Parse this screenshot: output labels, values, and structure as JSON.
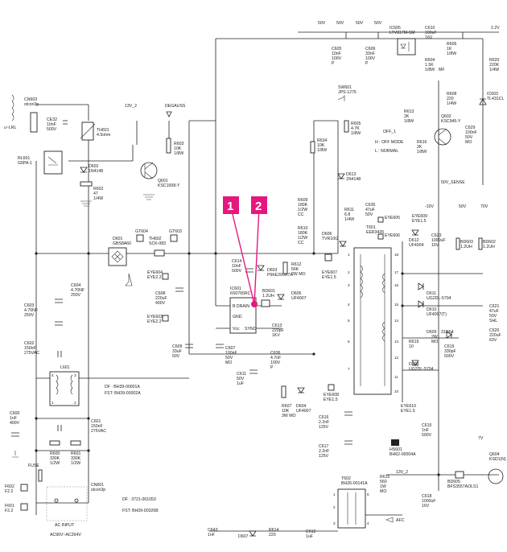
{
  "callouts": [
    {
      "label": "1"
    },
    {
      "label": "2"
    }
  ],
  "accent_color": "#e5177e",
  "top_rail": {
    "v1": "50V",
    "v2": "50V",
    "v3": "50V",
    "v4": "50V"
  },
  "labels": {
    "cn603": "CN603",
    "cn603b": "stcon3p",
    "ce32": "CE32",
    "ce32_val": "10nF",
    "ce32_v": "500V",
    "th601": "TH601",
    "th601_val": "4.5ohm",
    "rl601": "RL601",
    "rl601_val": "G5PA-1",
    "d602": "D602",
    "d602_val": "1N4148",
    "r602": "R602",
    "r602_val": "47",
    "r602_w": "1/4W",
    "v13_1": "13V_2",
    "degauss": "DEGAUSS",
    "r603": "R603",
    "r603_val": "10K",
    "r603_w": "1/8W",
    "q601": "Q601",
    "q601_val": "KSC1008-Y",
    "d601": "D601",
    "d601_val": "GBS8A60",
    "gt604": "GT604",
    "gt603": "GT603",
    "th602": "TH602",
    "th602_val": "SCK-083",
    "eye604": "EYE604",
    "eye604_val": "EYE2.2",
    "eye603": "EYE603",
    "eye603_val": "EYE2.2",
    "c604": "C604",
    "c604_val": "4.70NF",
    "c604_v": "250V",
    "c603": "C603",
    "c603_val": "4.70NF",
    "c603_v": "250V",
    "c602": "C602",
    "c602_val": "150nF",
    "c602_v": "275VAC",
    "l601": "L601",
    "c601": "C601",
    "c601_val": "150nF",
    "c601_v": "275VAC",
    "c600": "C600",
    "c600_val": "1nF",
    "c600_v": "400V",
    "r600": "R600",
    "r600_val": "330K",
    "r600_w": "1/2W",
    "r601": "R601",
    "r601_val": "330K",
    "r601_w": "1/2W",
    "fuse": "FUSE",
    "cn601": "CN601",
    "cn601_val": "stcon3p",
    "ac_input": "AC INPUT",
    "ac_range": "AC90V~AC264V",
    "f602": "F602",
    "f602_val": "F2.2",
    "f601": "F601",
    "f601_val": "F2.2",
    "df1": "DF : BH39-00001A",
    "fst1": "FST: BH39-00002A",
    "df2": "DF : 3721-001053",
    "fst2": "FST: BH39-00326B",
    "c608": "C608",
    "c608_val": "220uF",
    "c608_v": "400V",
    "c609": "C609",
    "c609_val": "33uF",
    "c609_v": "50V",
    "ic601": "IC601",
    "ic601_val": "6S0765RC",
    "ic_bdrain": "B DRAIN",
    "ic_gnd": "GND",
    "ic_vcc": "Vcc",
    "ic_sync": "SYNC",
    "c614": "C614",
    "c614_val": "10nF",
    "c614_v": "500V",
    "d603": "D603",
    "d603_val": "P6KE200A7A",
    "r612": "R612",
    "r612_val": "56K",
    "r612_w": "2W MO",
    "bd601": "BD601",
    "bd601_val": "1.2UH",
    "d605": "D605",
    "d605_val": "UF4007",
    "c607": "C607",
    "c607_val": "100nF",
    "c607_v": "50V",
    "c607_t": "MO",
    "c611": "C611",
    "c611_val": "50V",
    "c611_v": "1uF",
    "c613": "C613",
    "c613_val": "220pF",
    "c613_v": "1KV",
    "c636": "C636",
    "c636_val": "4.7nF",
    "c636_v": "100V",
    "c636_t": "P",
    "r607": "R607",
    "r607_val": "10K",
    "r607_w": "3W MO",
    "d604": "D604",
    "d604_val": "UF4007",
    "sw601": "SW601",
    "sw601_val": "JPS-1275",
    "c605": "C605",
    "c605_val": "10nF",
    "c605_v": "100V",
    "c605_t": "P",
    "c606": "C606",
    "c606_val": "33nF",
    "c606_v": "100V",
    "c606_t": "P",
    "ic605": "IC605",
    "ic605_val": "LTV817M-SM",
    "c610": "C610",
    "c610_val": "100uF",
    "c610_v": "16V",
    "r606": "R606",
    "r606_val": "1K",
    "r606_w": "1/8W",
    "r604": "R604",
    "r604_val": "1.5K",
    "r604_w": "1/8W",
    "r604_t": "MF",
    "r620": "R620",
    "r620_val": "220K",
    "r620_w": "1/4W",
    "r608": "R608",
    "r608_val": "220",
    "r608_w": "1/4W",
    "ic603": "IC603",
    "ic603_val": "TL431CL",
    "v2_2": "2.2V",
    "r613": "R613",
    "r613_val": "2K",
    "r613_w": "1/8W",
    "q602": "Q602",
    "q602_val": "KSC945-Y",
    "off1": "OFF_1",
    "h_off": "H : OFF MODE",
    "l_normal": "L : NORMAL",
    "r616": "R616",
    "r616_val": "2K",
    "r616_w": "1/8W",
    "c629": "C629",
    "c629_val": "100nF",
    "c629_v": "50V",
    "c629_t": "MO",
    "r605": "R605",
    "r605_val": "4.7K",
    "r605_w": "1/8W",
    "r634": "R634",
    "r634_val": "10K",
    "r634_w": "1/8W",
    "d613": "D613",
    "d613_val": "1N4148",
    "r609": "R609",
    "r609_val": "180K",
    "r609_w": "1/2W",
    "r609_t": "CC",
    "r610": "R610",
    "r610_val": "180K",
    "r610_w": "1/2W",
    "r610_t": "CC",
    "c635": "C635",
    "c635_val": "47uF",
    "c635_v": "50V",
    "r611": "R611",
    "r611_val": "6.8",
    "r611_w": "1/4W",
    "d606": "D606",
    "d606_val": "TVR10G",
    "t601": "T601",
    "t601_val": "EER3435",
    "eye607": "EYE607",
    "eye607_val": "EYE1.5",
    "eye605": "EYE605",
    "eye606": "EYE606",
    "eye609": "EYE609",
    "eye609_val": "EYE1.5",
    "v_neg10": "-10V",
    "d612": "D612",
    "d612_val": "UF4004",
    "c623": "C623",
    "c623_val": "1000uF",
    "c623_v": "16V",
    "v50_sense": "50V_SENSE",
    "v50b": "50V",
    "v70": "70V",
    "bd603": "BD603",
    "bd603_val": "1.2UH",
    "bd602": "BD602",
    "bd602_val": "1.2UH",
    "d611": "D611",
    "d611_val": "UG2DL-5704",
    "d610": "D610",
    "d610_val": "UF4007(T)",
    "c621": "C621",
    "c621_val": "47uF",
    "c621_v": "50V",
    "c621_t": "SHL",
    "c620": "C620",
    "c620_val": "220uF",
    "c620_v": "63V",
    "d609": "D609",
    "d609_val": "31DF4",
    "r619": "R619",
    "r619_val": "10",
    "r619_w": "2W",
    "r619_t": "MO",
    "c619": "C619",
    "c619_val": "330pF",
    "c619_v": "500V",
    "d608": "D608",
    "d608_val": "UG2DL-5704",
    "eye608": "EYE608",
    "eye608_val": "EYE1.5",
    "eye610": "EYE610",
    "eye610_val": "EYE1.5",
    "c616": "C616",
    "c616_val": "2.2nF",
    "c616_v": "125V",
    "c617": "C617",
    "c617_val": "2.2nF",
    "c617_v": "125V",
    "c615": "C615",
    "c615_val": "1nF",
    "c615_v": "500V",
    "hs601": "HS601",
    "hs601_val": "BH62-00004A",
    "v7": "7V",
    "q604": "Q604",
    "q604_val": "KSD1(N)",
    "bd605": "BD605",
    "bd605_val": "BFS3557AOLS1",
    "c618": "C618",
    "c618_val": "1000uF",
    "c618_v": "16V",
    "v13_2": "13V_2",
    "r615": "R615",
    "r615_val": "560",
    "r615_w": "1W",
    "r615_t": "MO",
    "t602": "T602",
    "t602_val": "BH26-00141A",
    "afc": "AFC",
    "c643": "C643",
    "c643_val": "1nF",
    "d607": "D607",
    "r614": "R614",
    "r614_val": "220",
    "c612": "C612",
    "c612_val": "1uF"
  }
}
